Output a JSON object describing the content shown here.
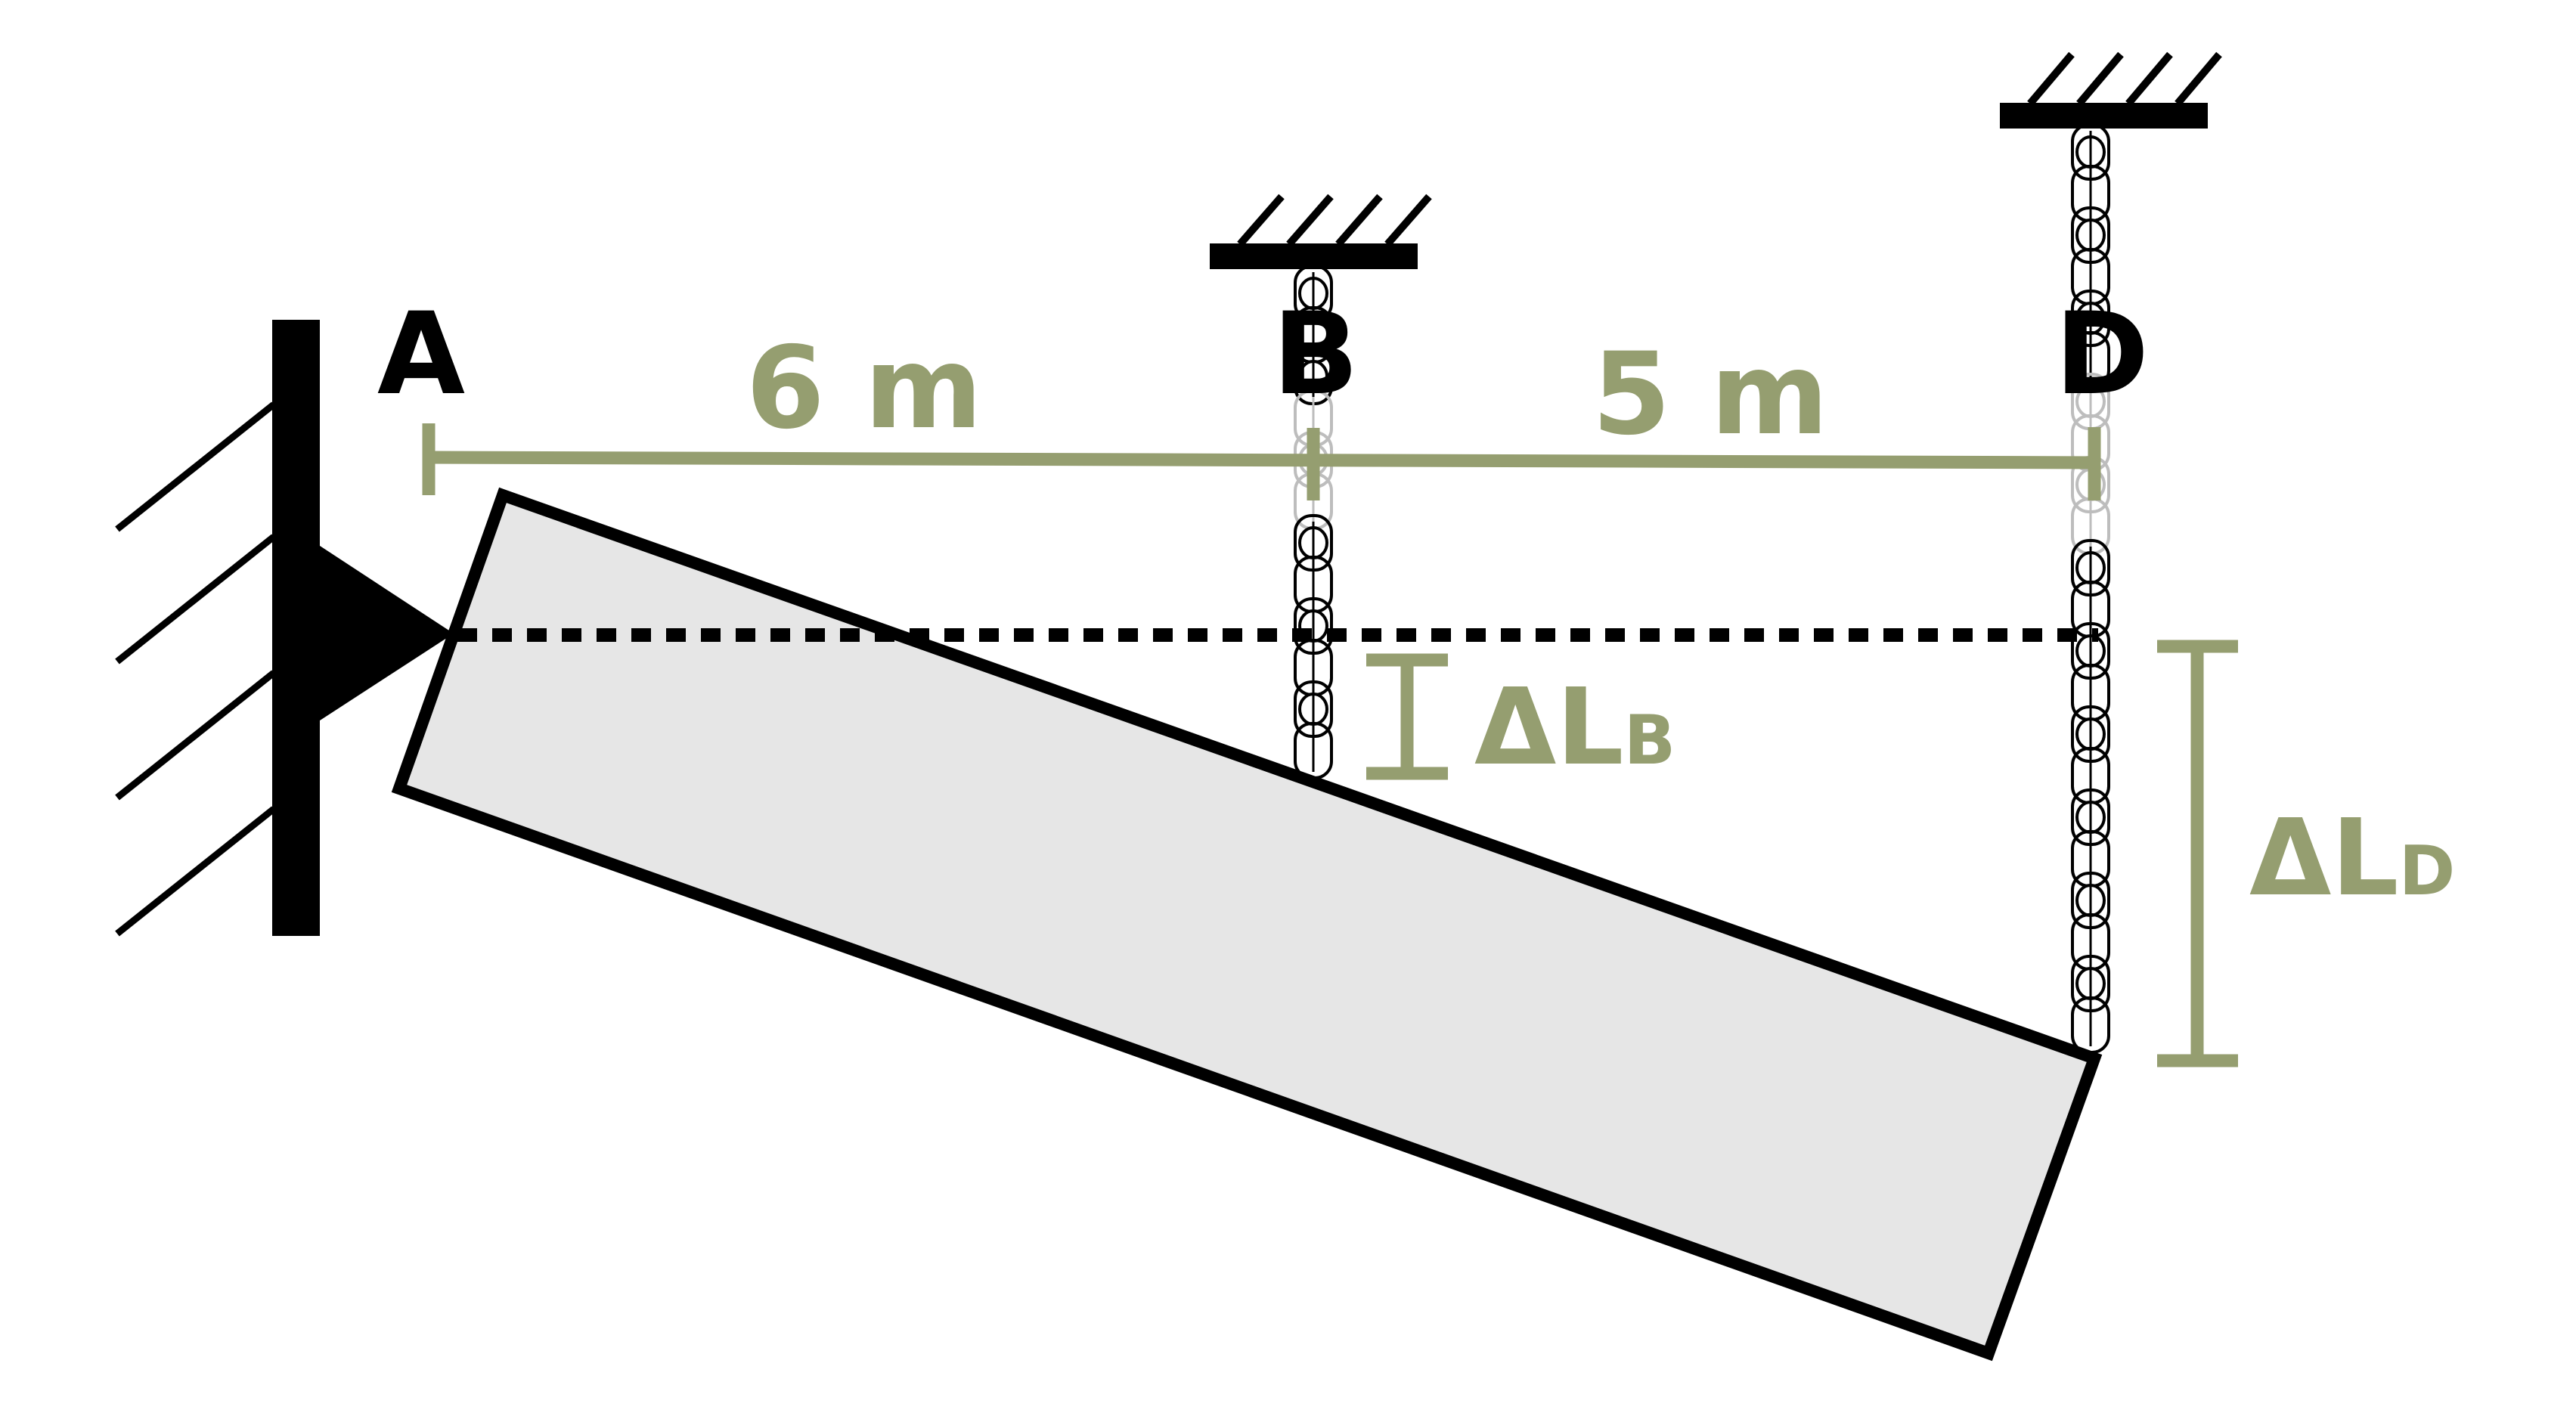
{
  "labels": {
    "point_a": "A",
    "point_b": "B",
    "point_d": "D"
  },
  "dimensions": {
    "ab_span": "6 m",
    "bd_span": "5 m"
  },
  "deformations": {
    "delta_symbol": "ΔL",
    "b_subscript": "B",
    "d_subscript": "D"
  },
  "colors": {
    "dimension": "#959E70",
    "beam_fill": "#E6E6E6",
    "stroke": "#000000",
    "chain_dim": "#BDBDBD"
  }
}
